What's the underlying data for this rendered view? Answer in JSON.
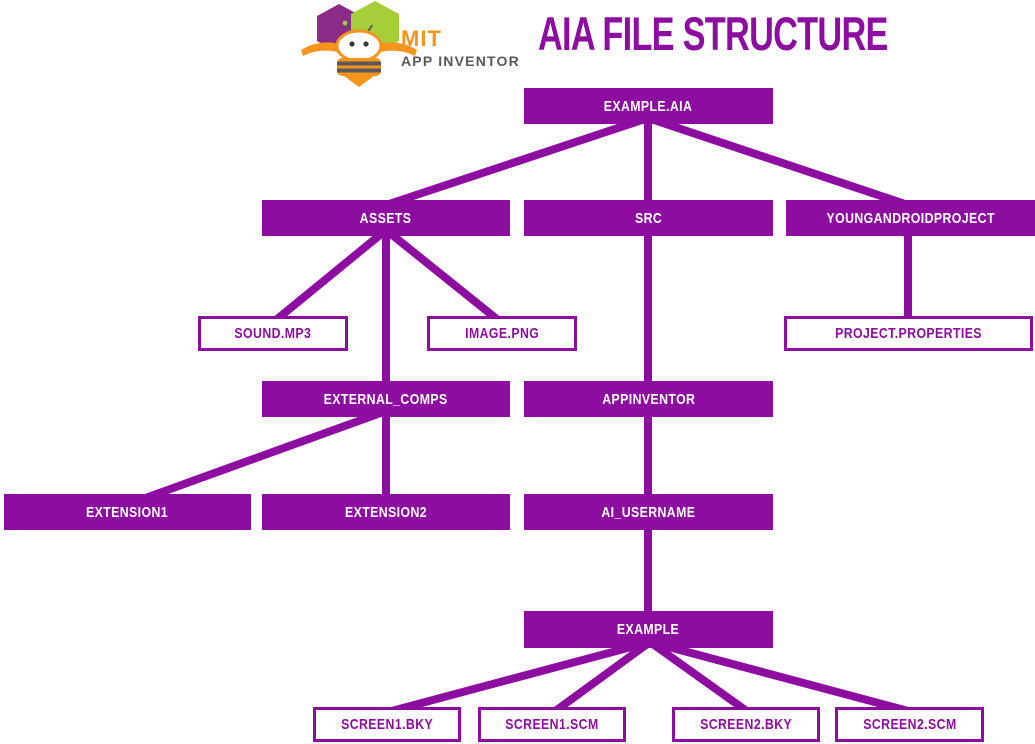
{
  "header": {
    "logo": {
      "mit": "MIT",
      "app_inventor": "APP INVENTOR"
    },
    "title": "AIA FILE STRUCTURE"
  },
  "colors": {
    "diagram_purple": "#8D0DA0",
    "logo_hexagon_purple": "#8C2B87",
    "logo_hexagon_green": "#A6CE39",
    "logo_orange": "#F7941E",
    "logo_gray": "#58595B"
  },
  "diagram": {
    "root": "example_aia",
    "nodes": {
      "example_aia": {
        "label": "EXAMPLE.AIA",
        "style": "filled",
        "children": [
          "assets",
          "src",
          "youngandroidproject"
        ]
      },
      "assets": {
        "label": "ASSETS",
        "style": "filled",
        "children": [
          "sound_mp3",
          "image_png",
          "external_comps"
        ]
      },
      "src": {
        "label": "SRC",
        "style": "filled",
        "children": [
          "appinventor"
        ]
      },
      "youngandroidproject": {
        "label": "YOUNGANDROIDPROJECT",
        "style": "filled",
        "children": [
          "project_properties"
        ]
      },
      "sound_mp3": {
        "label": "SOUND.MP3",
        "style": "outlined",
        "children": []
      },
      "image_png": {
        "label": "IMAGE.PNG",
        "style": "outlined",
        "children": []
      },
      "project_properties": {
        "label": "PROJECT.PROPERTIES",
        "style": "outlined",
        "children": []
      },
      "external_comps": {
        "label": "EXTERNAL_COMPS",
        "style": "filled",
        "children": [
          "extension1",
          "extension2"
        ]
      },
      "appinventor": {
        "label": "APPINVENTOR",
        "style": "filled",
        "children": [
          "ai_username"
        ]
      },
      "extension1": {
        "label": "EXTENSION1",
        "style": "filled",
        "children": []
      },
      "extension2": {
        "label": "EXTENSION2",
        "style": "filled",
        "children": []
      },
      "ai_username": {
        "label": "AI_USERNAME",
        "style": "filled",
        "children": [
          "example"
        ]
      },
      "example": {
        "label": "EXAMPLE",
        "style": "filled",
        "children": [
          "screen1_bky",
          "screen1_scm",
          "screen2_bky",
          "screen2_scm"
        ]
      },
      "screen1_bky": {
        "label": "SCREEN1.BKY",
        "style": "outlined",
        "children": []
      },
      "screen1_scm": {
        "label": "SCREEN1.SCM",
        "style": "outlined",
        "children": []
      },
      "screen2_bky": {
        "label": "SCREEN2.BKY",
        "style": "outlined",
        "children": []
      },
      "screen2_scm": {
        "label": "SCREEN2.SCM",
        "style": "outlined",
        "children": []
      }
    }
  }
}
